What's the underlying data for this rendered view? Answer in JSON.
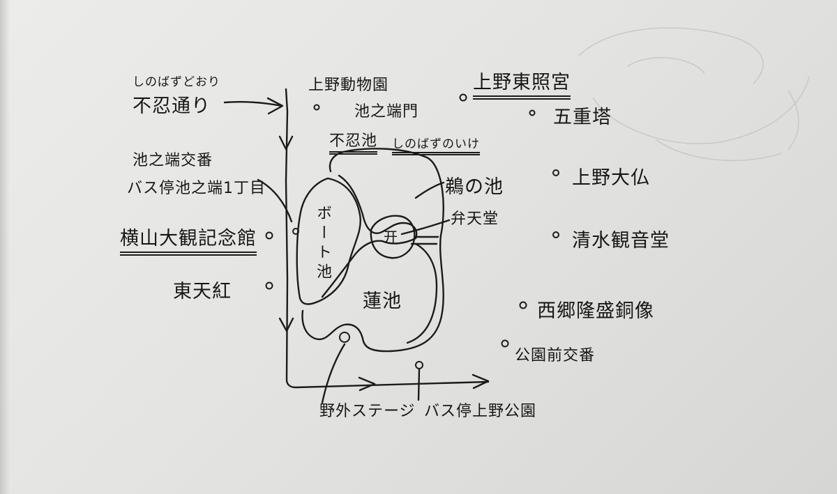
{
  "map": {
    "streets": {
      "shinobazu_reading": "しのばずどおり",
      "shinobazu_name": "不忍通り"
    },
    "places": {
      "zoo": "上野動物園",
      "ikenohata_gate": "池之端門",
      "toshogu": "上野東照宮",
      "pagoda": "五重塔",
      "daibutsu": "上野大仏",
      "kiyomizu": "清水観音堂",
      "saigo": "西郷隆盛銅像",
      "koban": "公園前交番",
      "ikenohata_koban": "池之端交番",
      "bus_stop_ikenohata": "バス停池之端1丁目",
      "yokoyama": "横山大観記念館",
      "totenko": "東天紅",
      "pond_name": "不忍池",
      "pond_reading": "しのばずのいけ",
      "ukai": "鵜の池",
      "benten": "弁天堂",
      "boat": "ボート池",
      "hasu": "蓮池",
      "stage": "野外ステージ",
      "bus_stop_park": "バス停上野公園"
    },
    "symbols": {
      "shrine": "开"
    }
  }
}
